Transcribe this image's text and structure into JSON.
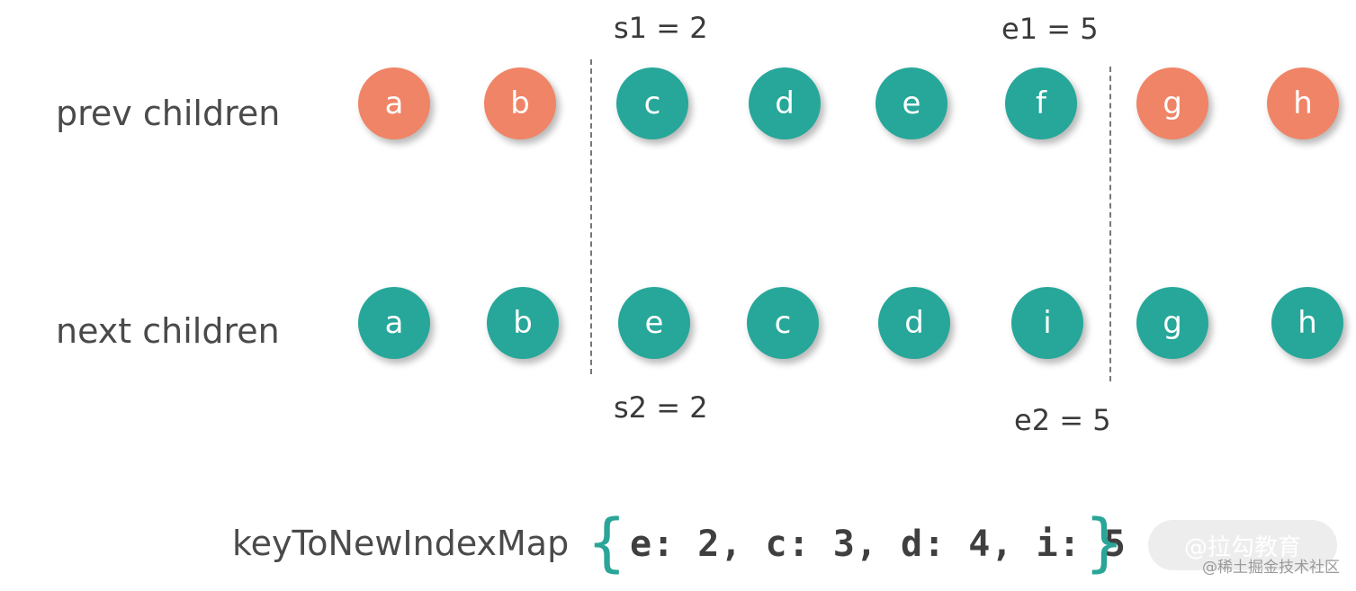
{
  "colors": {
    "unchanged": "#f08466",
    "changed": "#26a79a"
  },
  "rows": [
    {
      "label": "prev children",
      "nodes": [
        {
          "key": "a",
          "color": "#f08466"
        },
        {
          "key": "b",
          "color": "#f08466"
        },
        {
          "key": "c",
          "color": "#26a79a"
        },
        {
          "key": "d",
          "color": "#26a79a"
        },
        {
          "key": "e",
          "color": "#26a79a"
        },
        {
          "key": "f",
          "color": "#26a79a"
        },
        {
          "key": "g",
          "color": "#f08466"
        },
        {
          "key": "h",
          "color": "#f08466"
        }
      ]
    },
    {
      "label": "next children",
      "nodes": [
        {
          "key": "a",
          "color": "#26a79a"
        },
        {
          "key": "b",
          "color": "#26a79a"
        },
        {
          "key": "e",
          "color": "#26a79a"
        },
        {
          "key": "c",
          "color": "#26a79a"
        },
        {
          "key": "d",
          "color": "#26a79a"
        },
        {
          "key": "i",
          "color": "#26a79a"
        },
        {
          "key": "g",
          "color": "#26a79a"
        },
        {
          "key": "h",
          "color": "#26a79a"
        }
      ]
    }
  ],
  "markers": {
    "s1": "s1 = 2",
    "e1": "e1 = 5",
    "s2": "s2 = 2",
    "e2": "e2 = 5"
  },
  "map": {
    "label": "keyToNewIndexMap",
    "open_brace": "{",
    "content": "e: 2, c: 3, d: 4, i: 5",
    "close_brace": "}"
  },
  "watermark": {
    "main": "@拉勾教育",
    "sub": "@稀土掘金技术社区"
  }
}
